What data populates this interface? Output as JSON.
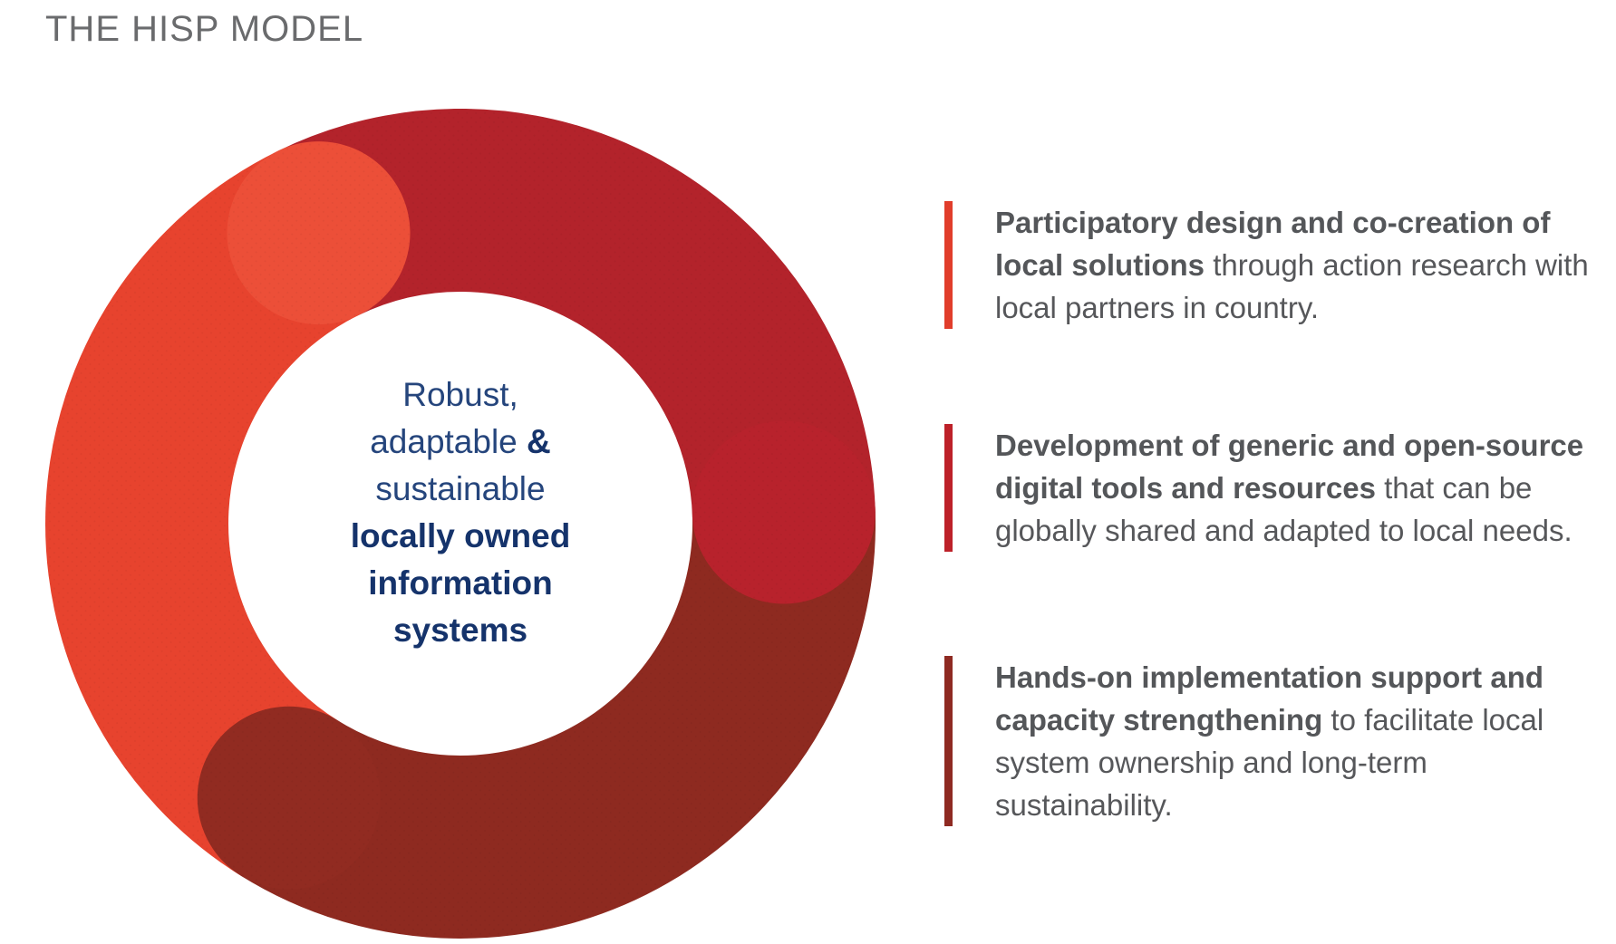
{
  "page": {
    "title": "THE HISP MODEL"
  },
  "colors": {
    "orange_segment": "#e7432e",
    "orange_segment_cap": "#ec4f38",
    "crimson_segment": "#b3232b",
    "crimson_segment_cap": "#b8222c",
    "maroon_segment": "#8e2a20",
    "maroon_segment_cap": "#912b21",
    "bar_participatory": "#e13d2b",
    "bar_development": "#bd2129",
    "bar_implementation": "#8e2a22",
    "center_text_regular": "#25457c",
    "center_text_bold": "#15336b",
    "body_text_gray": "#56575a",
    "title_gray": "#6a6b6d"
  },
  "donut_center": {
    "line1": "Robust,",
    "line2_pre": "adaptable ",
    "line2_amp": "&",
    "line3": "sustainable",
    "line4": "locally owned",
    "line5": "information",
    "line6": "systems"
  },
  "principles": [
    {
      "lead": "Participatory design and co-creation of local solutions",
      "rest": " through action research with local partners in country.",
      "bar_color": "#e13d2b"
    },
    {
      "lead": "Development of generic and open-source digital tools and resources",
      "rest": " that can be globally shared and adapted to local needs.",
      "bar_color": "#bd2129"
    },
    {
      "lead": "Hands-on implementation support and capacity strengthening",
      "rest": " to facilitate local system ownership and long-term sustainability.",
      "bar_color": "#8e2a22"
    }
  ]
}
